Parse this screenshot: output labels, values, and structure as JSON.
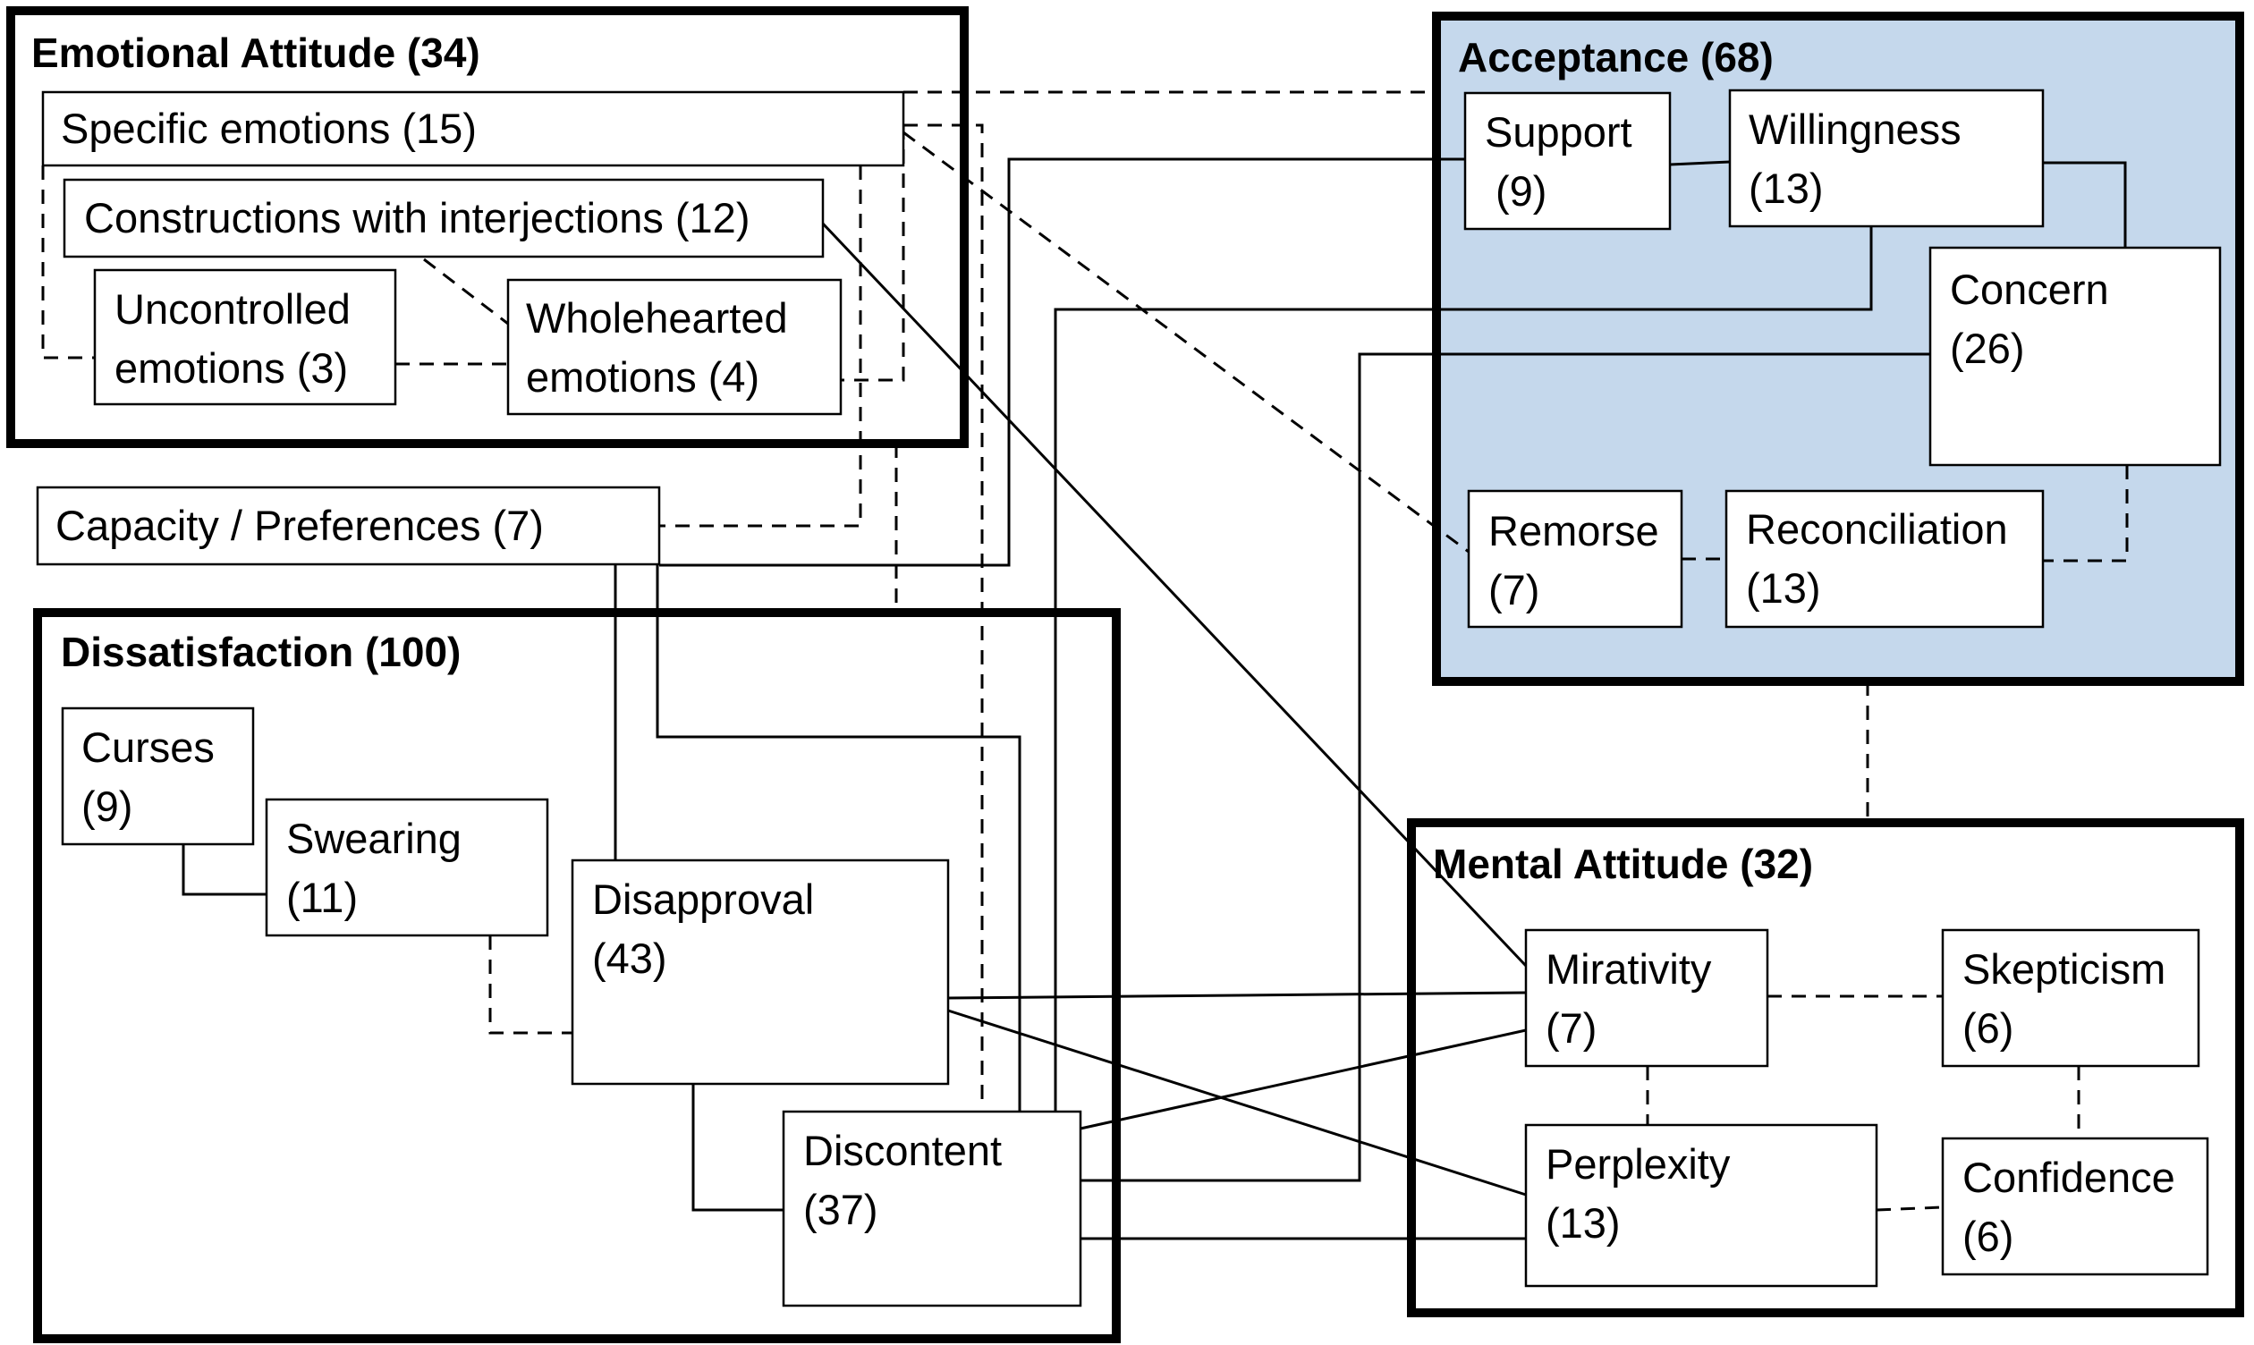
{
  "colors": {
    "accent_fill": "#c5d8ec",
    "stroke": "#000000",
    "background": "#ffffff"
  },
  "groups": {
    "emotional_attitude": {
      "title": "Emotional Attitude (34)"
    },
    "acceptance": {
      "title": "Acceptance (68)"
    },
    "dissatisfaction": {
      "title": "Dissatisfaction (100)"
    },
    "mental_attitude": {
      "title": "Mental Attitude (32)"
    }
  },
  "nodes": {
    "specific_emotions": {
      "line1": "Specific emotions (15)"
    },
    "constructions_interjections": {
      "line1": "Constructions with interjections (12)"
    },
    "uncontrolled_emotions": {
      "line1": "Uncontrolled",
      "line2": "emotions (3)"
    },
    "wholehearted_emotions": {
      "line1": "Wholehearted",
      "line2": "emotions (4)"
    },
    "capacity_preferences": {
      "line1": "Capacity / Preferences (7)"
    },
    "support": {
      "line1": "Support",
      "line2": "(9)"
    },
    "willingness": {
      "line1": "Willingness",
      "line2": "(13)"
    },
    "concern": {
      "line1": "Concern",
      "line2": "(26)"
    },
    "remorse": {
      "line1": "Remorse",
      "line2": "(7)"
    },
    "reconciliation": {
      "line1": "Reconciliation",
      "line2": "(13)"
    },
    "curses": {
      "line1": "Curses",
      "line2": "(9)"
    },
    "swearing": {
      "line1": "Swearing",
      "line2": "(11)"
    },
    "disapproval": {
      "line1": "Disapproval",
      "line2": "(43)"
    },
    "discontent": {
      "line1": "Discontent",
      "line2": "(37)"
    },
    "mirativity": {
      "line1": "Mirativity",
      "line2": "(7)"
    },
    "skepticism": {
      "line1": "Skepticism",
      "line2": "(6)"
    },
    "perplexity": {
      "line1": "Perplexity",
      "line2": "(13)"
    },
    "confidence": {
      "line1": "Confidence",
      "line2": "(6)"
    }
  }
}
